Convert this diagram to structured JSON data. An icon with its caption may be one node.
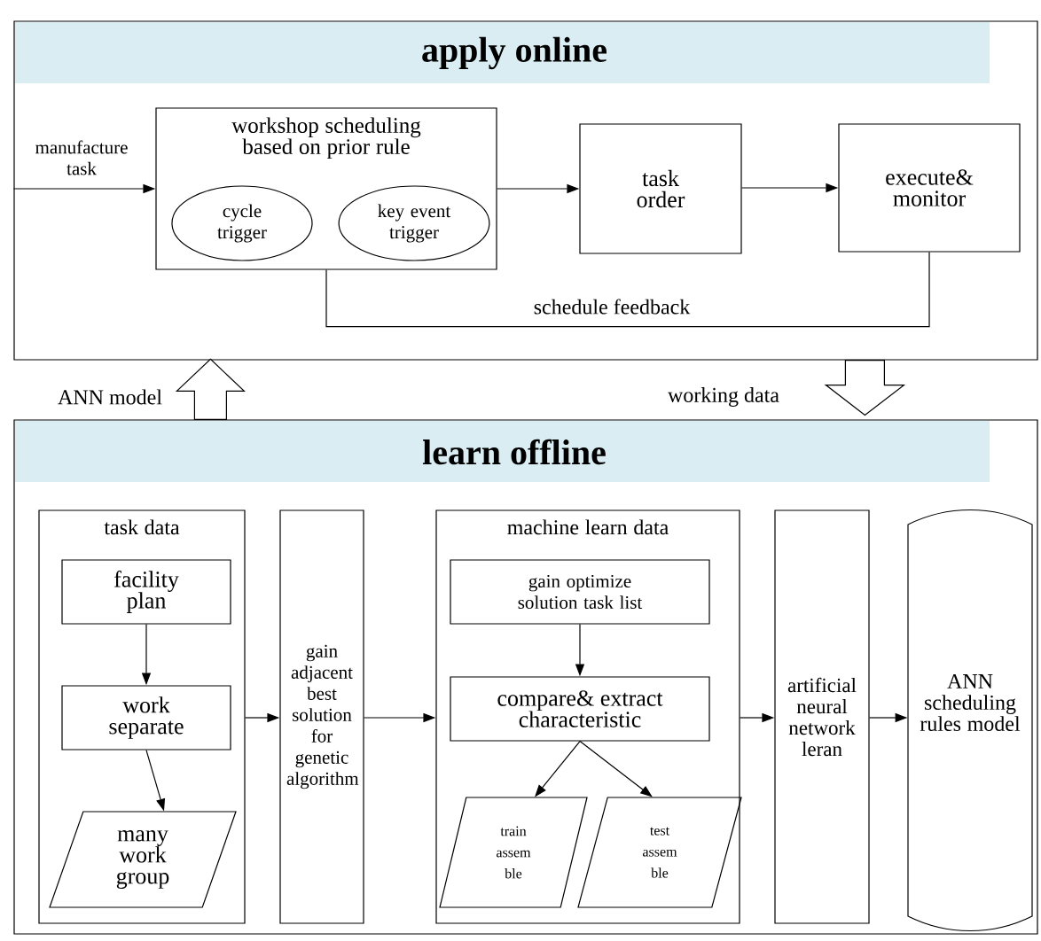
{
  "diagram": {
    "nodes": [
      {
        "text": [
          "apply online"
        ]
      },
      {
        "text": [
          "workshop scheduling based on prior rule"
        ],
        "in": 0
      },
      {
        "text": [
          "cycle trigger"
        ],
        "in": 1
      },
      {
        "text": [
          "key event trigger"
        ],
        "in": 1
      },
      {
        "text": [
          "task order"
        ],
        "in": 0
      },
      {
        "text": [
          "execute& monitor"
        ],
        "in": 0
      },
      {
        "text": [
          "learn offline"
        ]
      },
      {
        "text": [
          "task data"
        ],
        "in": 6
      },
      {
        "text": [
          "facility plan"
        ],
        "in": 7
      },
      {
        "text": [
          "work separate"
        ],
        "in": 7
      },
      {
        "text": [
          "many work group"
        ],
        "in": 7
      },
      {
        "text": [
          "gain adjacent best solution for genetic algorithm"
        ],
        "in": 6
      },
      {
        "text": [
          "machine learn data"
        ],
        "in": 6
      },
      {
        "text": [
          "gain optimize solution task list"
        ],
        "in": 12
      },
      {
        "text": [
          "compare& extract characteristic"
        ],
        "in": 12
      },
      {
        "text": [
          "train assem ble"
        ],
        "in": 12
      },
      {
        "text": [
          "test assem ble"
        ],
        "in": 12
      },
      {
        "text": [
          "artificial neural network leran"
        ],
        "in": 6
      },
      {
        "text": [
          "ANN scheduling rules model"
        ],
        "in": 6
      }
    ],
    "edges": [
      {
        "from": null,
        "to": 1,
        "arrow": "to",
        "label": "manufacture task"
      },
      {
        "from": 1,
        "to": 4,
        "arrow": "to"
      },
      {
        "from": 4,
        "to": 5,
        "arrow": "to"
      },
      {
        "from": 5,
        "to": 1,
        "arrow": "none",
        "label": "schedule feedback"
      },
      {
        "from": 6,
        "to": 0,
        "arrow": "to",
        "label": "ANN model"
      },
      {
        "from": 0,
        "to": 6,
        "arrow": "to",
        "label": "working data"
      },
      {
        "from": 8,
        "to": 9,
        "arrow": "to"
      },
      {
        "from": 9,
        "to": 10,
        "arrow": "to"
      },
      {
        "from": 7,
        "to": 11,
        "arrow": "to"
      },
      {
        "from": 11,
        "to": 12,
        "arrow": "to"
      },
      {
        "from": 13,
        "to": 14,
        "arrow": "to"
      },
      {
        "from": 14,
        "to": 15,
        "arrow": "to"
      },
      {
        "from": 14,
        "to": 16,
        "arrow": "to"
      },
      {
        "from": 12,
        "to": 17,
        "arrow": "to"
      },
      {
        "from": 17,
        "to": 18,
        "arrow": "to"
      }
    ]
  }
}
